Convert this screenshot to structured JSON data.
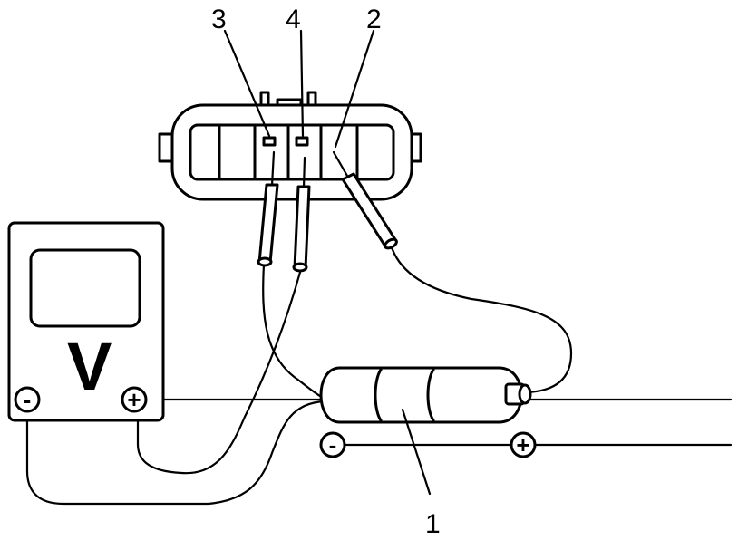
{
  "labels": {
    "l1": "1",
    "l2": "2",
    "l3": "3",
    "l4": "4"
  },
  "meter": {
    "symbol": "V",
    "neg": "-",
    "pos": "+"
  },
  "battery": {
    "neg": "-",
    "pos": "+"
  },
  "colors": {
    "line": "#000000",
    "background": "#ffffff"
  }
}
